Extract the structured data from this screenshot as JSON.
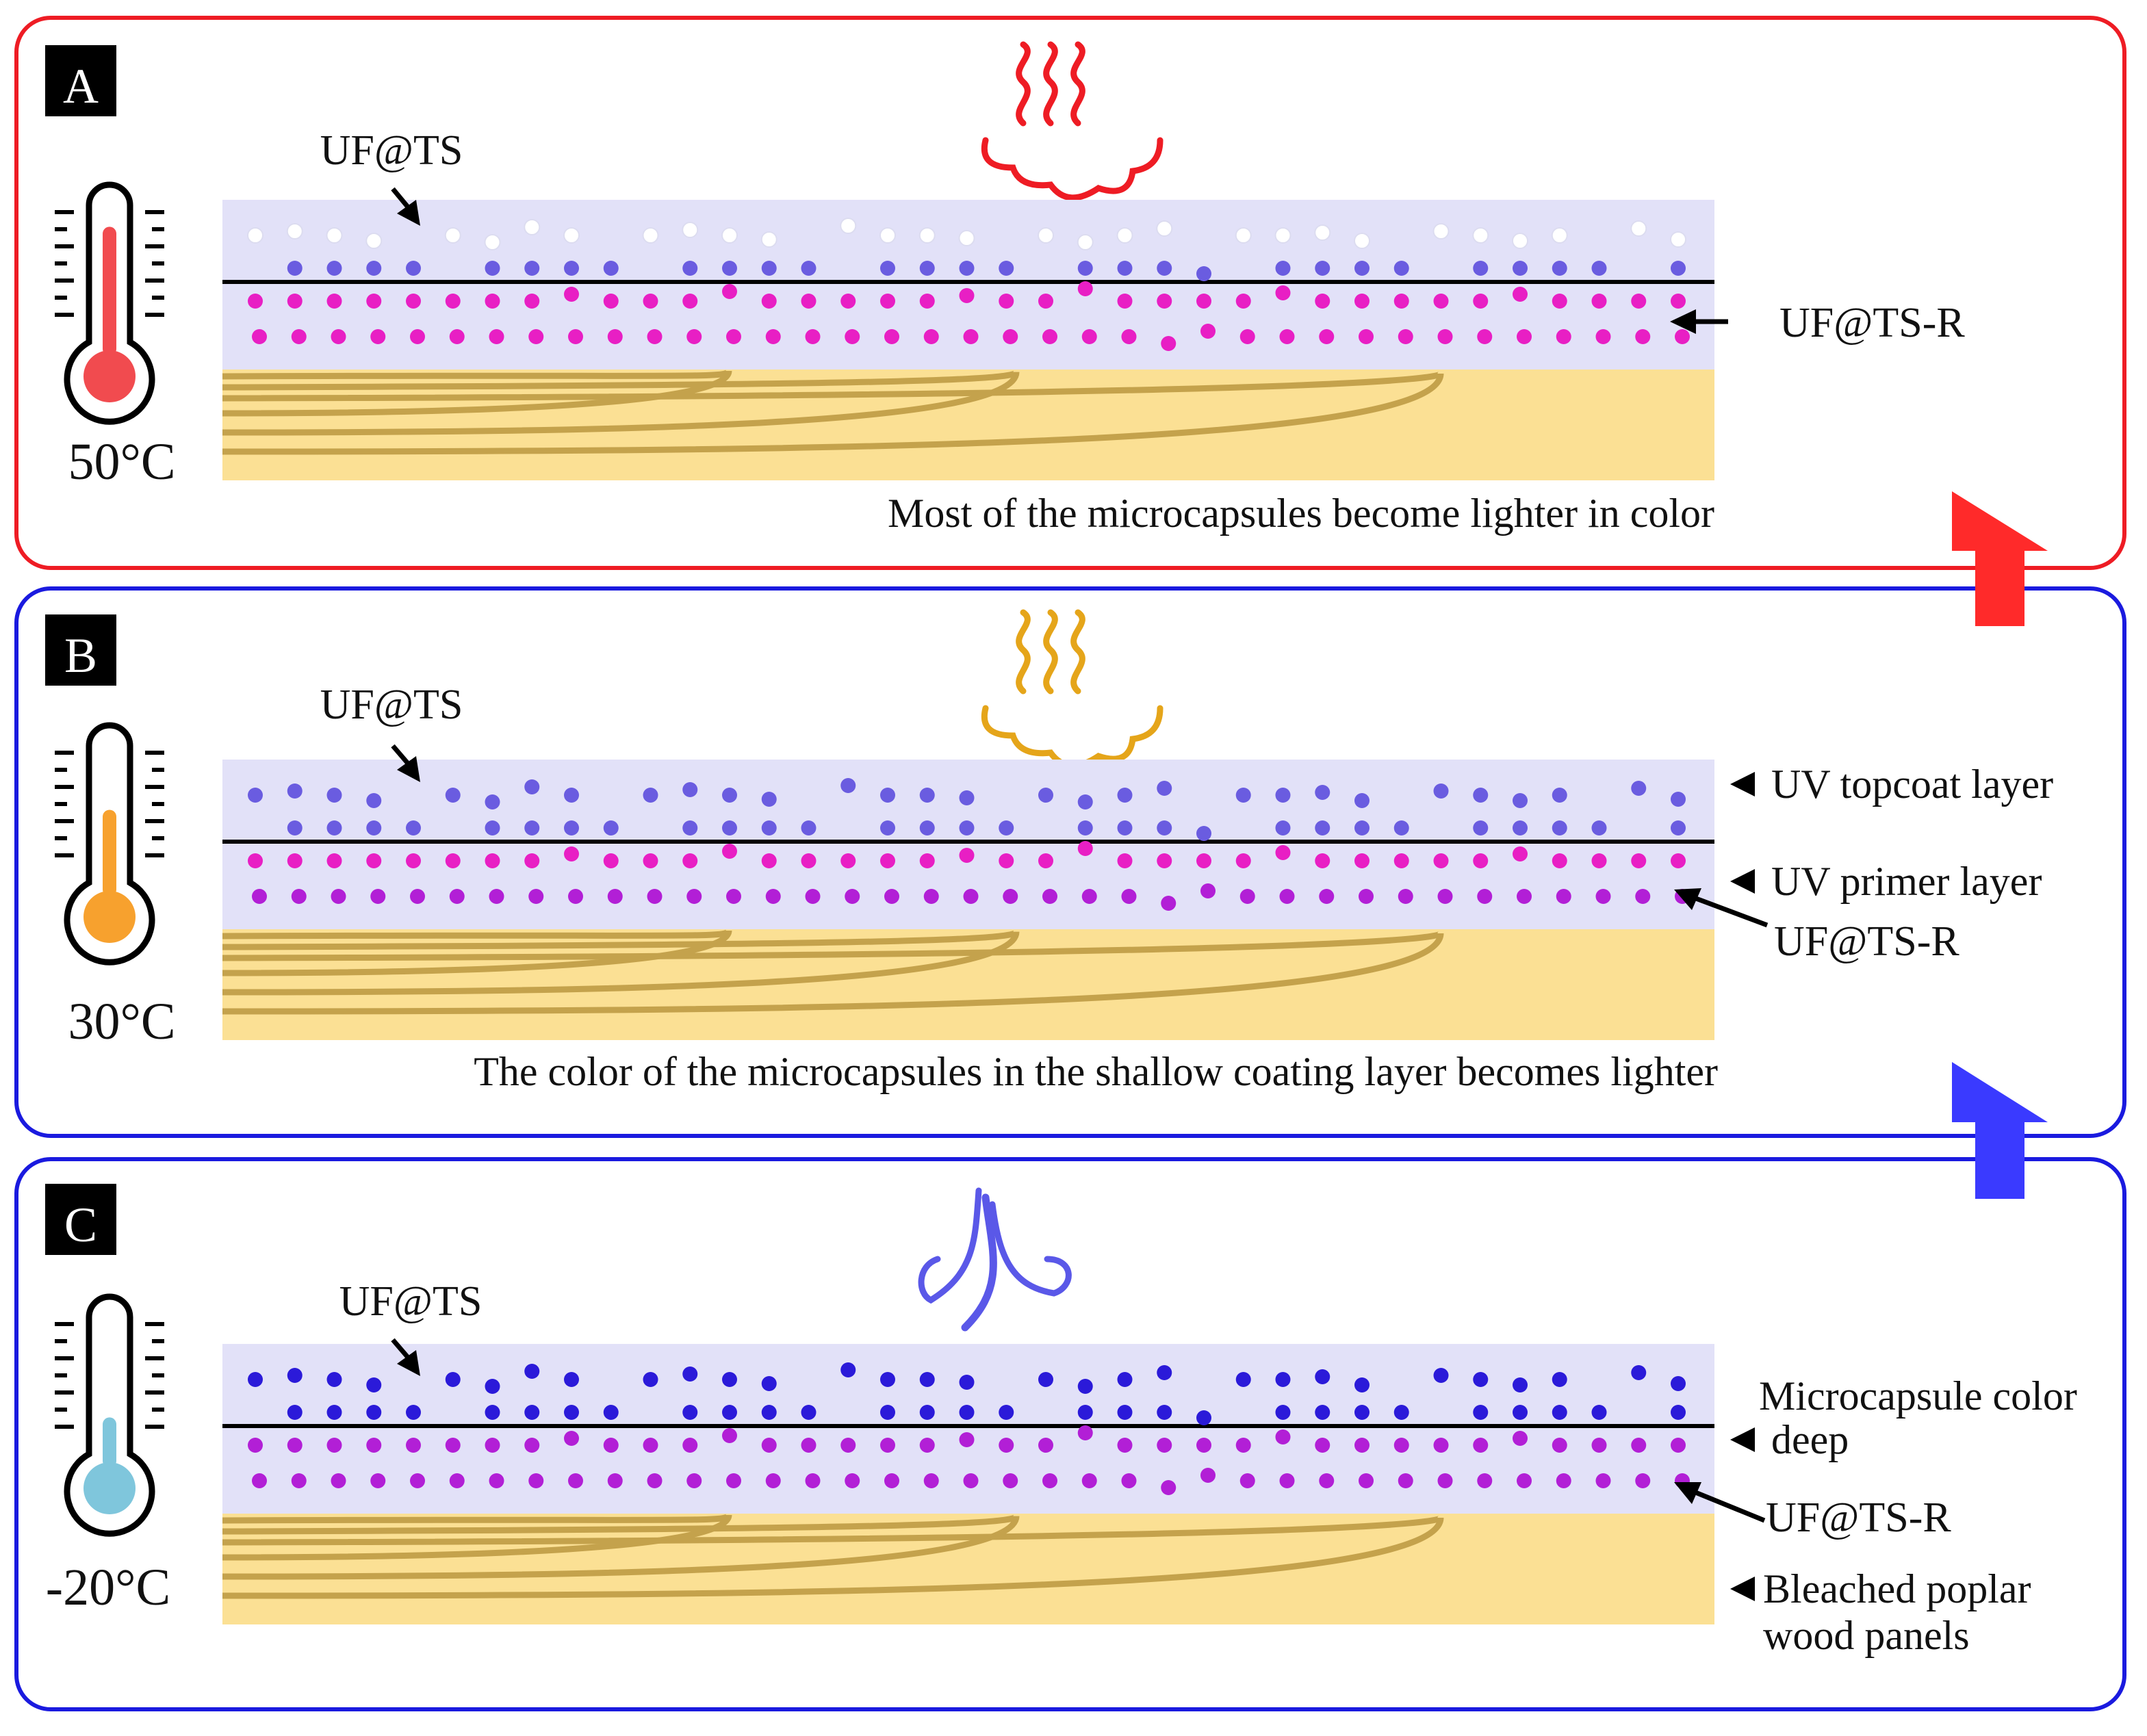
{
  "panels": [
    {
      "letter": "A",
      "temperature": "50°C",
      "ts_label": "UF@TS",
      "tsr_label": "UF@TS-R",
      "caption": "Most of the microcapsules become lighter in color",
      "frame_color": "#ee1c24",
      "thermo_color": "#f14b4f",
      "thermo_level": 0.82,
      "heat_icon": "heat-wave-icon",
      "heat_color": "#ee1c24",
      "top_row_color": "#ffffff",
      "bottom_row_color": "#6a5ce0",
      "primer_particle_color": "#e81fc4",
      "primer_lower_color": "#e81fc4"
    },
    {
      "letter": "B",
      "temperature": "30°C",
      "ts_label": "UF@TS",
      "tsr_label": "UF@TS-R",
      "caption": "The color of the microcapsules in the shallow coating layer becomes lighter",
      "frame_color": "#1a1adf",
      "thermo_color": "#f7a12e",
      "thermo_level": 0.55,
      "heat_icon": "heat-wave-icon",
      "heat_color": "#e5a51a",
      "top_row_color": "#6a5ce0",
      "bottom_row_color": "#6a5ce0",
      "primer_particle_color": "#e81fc4",
      "primer_lower_color": "#b21fd6",
      "side_labels": [
        "UV topcoat layer",
        "UV primer layer"
      ]
    },
    {
      "letter": "C",
      "temperature": "-20°C",
      "ts_label": "UF@TS",
      "tsr_label": "UF@TS-R",
      "frame_color": "#1a1adf",
      "thermo_color": "#7fc6dc",
      "thermo_level": 0.32,
      "heat_icon": "cold-swirl-icon",
      "heat_color": "#5a58e8",
      "top_row_color": "#2b1ad9",
      "bottom_row_color": "#2b1ad9",
      "primer_particle_color": "#b21fd6",
      "primer_lower_color": "#b21fd6",
      "side_labels": [
        "Microcapsule color",
        "deep",
        "Bleached poplar",
        "wood panels"
      ]
    }
  ],
  "colors": {
    "coating": "#e2e1f8",
    "wood": "#fbe094",
    "wood_grain": "#c4a24c",
    "arrow_red": "#ff2a2a",
    "arrow_blue": "#3a3aff"
  }
}
